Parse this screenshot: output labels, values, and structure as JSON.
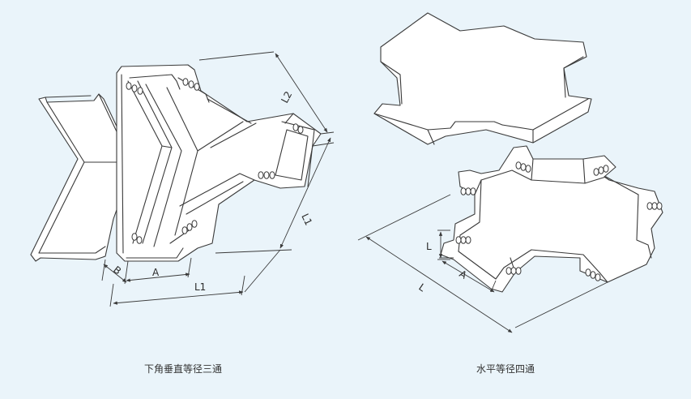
{
  "left_figure": {
    "caption": "下角垂直等径三通",
    "dimensions": {
      "L1_side": "L1",
      "L1_bottom": "L1",
      "L2": "L2",
      "A": "A",
      "B": "B"
    }
  },
  "right_figure": {
    "caption": "水平等径四通",
    "dimensions": {
      "L_height": "L",
      "L_overall": "L",
      "A": "A"
    }
  },
  "colors": {
    "background": "#eaf4fa",
    "line": "#3a3a3a",
    "fill": "#ffffff"
  }
}
